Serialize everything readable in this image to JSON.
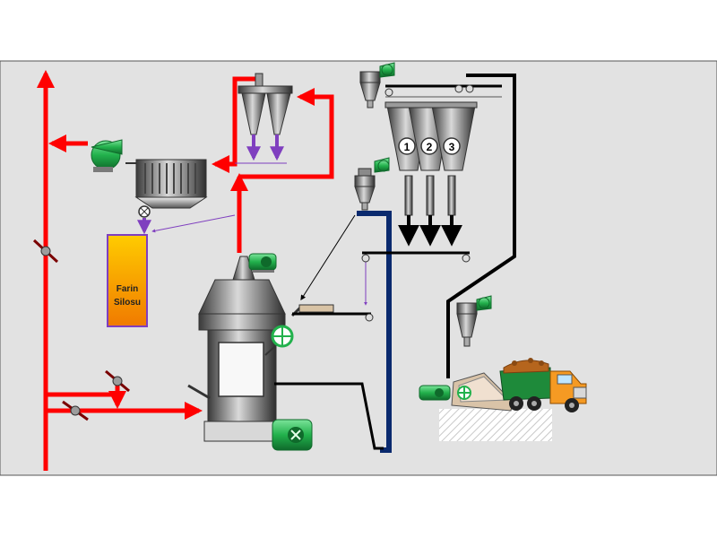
{
  "diagram": {
    "silo_label_line1": "Farin",
    "silo_label_line2": "Silosu",
    "bin_labels": [
      "1",
      "2",
      "3"
    ]
  },
  "colors": {
    "background": "#e2e2e2",
    "gas_pipe": "#ff0000",
    "conveyor": "#000000",
    "elevator": "#0a2a6e",
    "motor_green": "#22b14c",
    "silo_fill_top": "#ffcc00",
    "silo_fill_bottom": "#f07a00",
    "silo_border": "#7f3fbf",
    "product_flow": "#7f3fbf"
  }
}
